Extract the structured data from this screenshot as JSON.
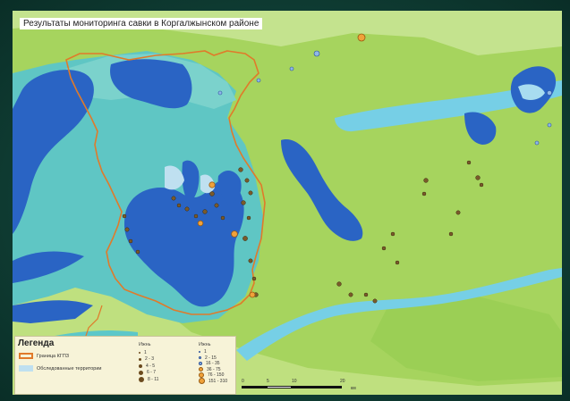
{
  "map": {
    "title": "Результаты мониторинга савки в Коргалжынском районе",
    "colors": {
      "land": "#a6d45e",
      "land_light": "#c9e49a",
      "shallow_water": "#5cc7c9",
      "lake": "#2a64c4",
      "river": "#76cfe6",
      "border": "#e07a2a"
    }
  },
  "legend": {
    "title": "Легенда",
    "border_label": "Граница КГПЗ",
    "survey_label": "Обследованные территории",
    "col1_head": "Ижнь",
    "col1_items": [
      "1",
      "2 - 3",
      "4 - 5",
      "6 - 7",
      "8 - 11"
    ],
    "col2_head": "Ижнь",
    "col2_items": [
      "1",
      "2 - 15",
      "16 - 35",
      "36 - 75",
      "76 - 150",
      "151 - 310"
    ]
  },
  "scale": {
    "labels": [
      "0",
      "5",
      "10",
      "20"
    ],
    "unit": "км"
  }
}
